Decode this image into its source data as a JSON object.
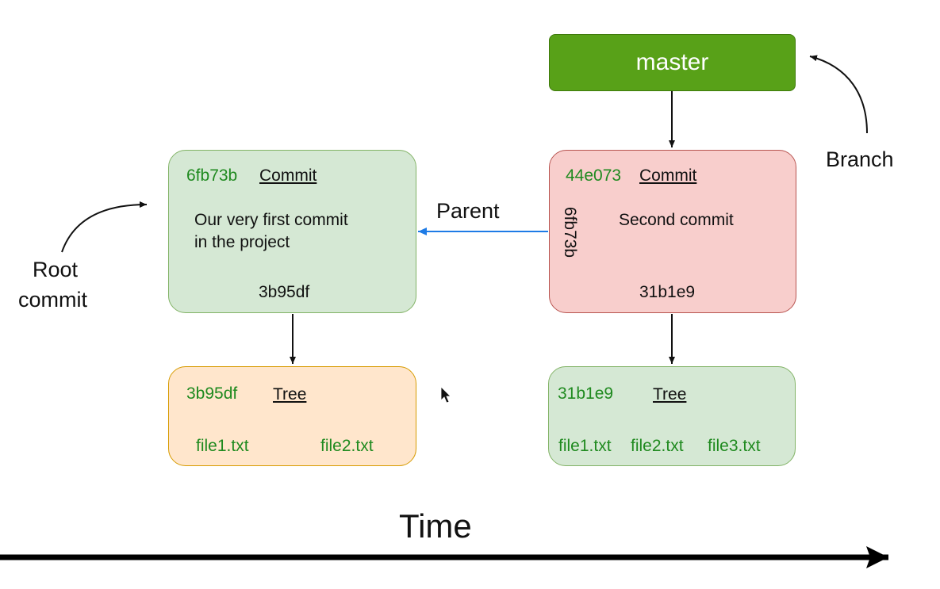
{
  "branch": {
    "name": "master",
    "label": "Branch"
  },
  "root_commit_label": [
    "Root",
    "commit"
  ],
  "parent_label": "Parent",
  "time_label": "Time",
  "commits": [
    {
      "hash": "6fb73b",
      "type": "Commit",
      "message_lines": [
        "Our very first commit",
        "in the project"
      ],
      "tree": "3b95df",
      "parent": "",
      "color": "#d5e8d4"
    },
    {
      "hash": "44e073",
      "type": "Commit",
      "message_lines": [
        "Second commit"
      ],
      "tree": "31b1e9",
      "parent": "6fb73b",
      "color": "#f8cecc"
    }
  ],
  "trees": [
    {
      "hash": "3b95df",
      "type": "Tree",
      "files": [
        "file1.txt",
        "file2.txt"
      ],
      "color": "#ffe6cc"
    },
    {
      "hash": "31b1e9",
      "type": "Tree",
      "files": [
        "file1.txt",
        "file2.txt",
        "file3.txt"
      ],
      "color": "#d5e8d4"
    }
  ],
  "colors": {
    "hash_text": "#1f8a1f",
    "branch_fill": "#58a118",
    "parent_arrow": "#1e7be6"
  }
}
